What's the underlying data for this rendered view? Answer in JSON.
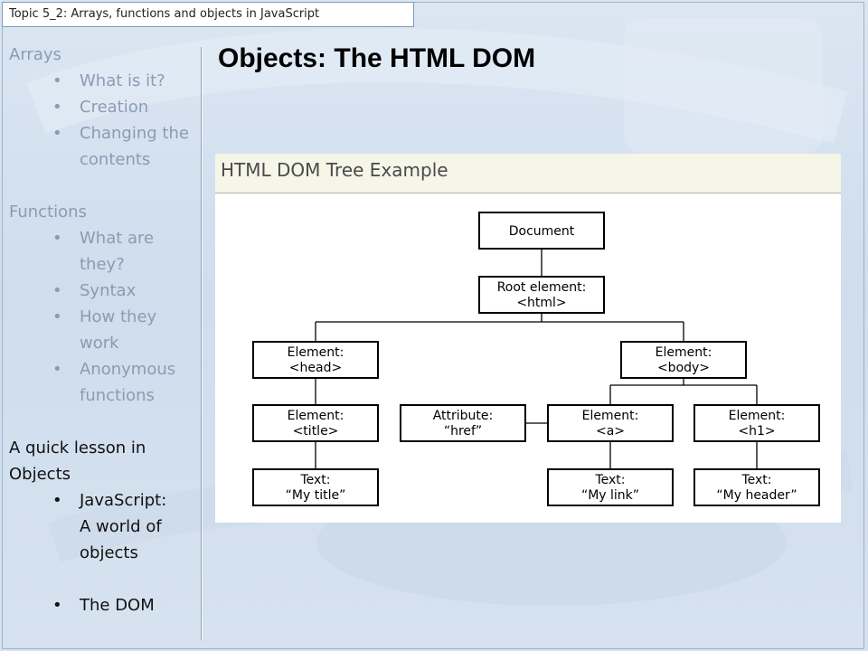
{
  "topic_bar": "Topic 5_2: Arrays, functions and objects in JavaScript",
  "sidebar": {
    "sections": [
      {
        "title": [
          "Arrays"
        ],
        "current": false,
        "items": [
          [
            "What is it?"
          ],
          [
            "Creation"
          ],
          [
            "Changing the",
            "contents"
          ]
        ]
      },
      {
        "title": [
          "Functions"
        ],
        "current": false,
        "items": [
          [
            "What are",
            "they?"
          ],
          [
            "Syntax"
          ],
          [
            "How they",
            "work"
          ],
          [
            "Anonymous",
            "functions"
          ]
        ]
      },
      {
        "title": [
          "A quick lesson in",
          "Objects"
        ],
        "current": true,
        "items": [
          [
            "JavaScript:",
            "A world of",
            "objects"
          ],
          [],
          [
            "The DOM"
          ]
        ]
      }
    ]
  },
  "page_title": "Objects: The HTML DOM",
  "figure": {
    "title": "HTML DOM Tree Example",
    "nodes": [
      {
        "id": "document",
        "lines": [
          "Document"
        ]
      },
      {
        "id": "root",
        "lines": [
          "Root element:",
          "<html>"
        ]
      },
      {
        "id": "head",
        "lines": [
          "Element:",
          "<head>"
        ]
      },
      {
        "id": "body",
        "lines": [
          "Element:",
          "<body>"
        ]
      },
      {
        "id": "title",
        "lines": [
          "Element:",
          "<title>"
        ]
      },
      {
        "id": "attr-href",
        "lines": [
          "Attribute:",
          "“href”"
        ]
      },
      {
        "id": "a",
        "lines": [
          "Element:",
          "<a>"
        ]
      },
      {
        "id": "h1",
        "lines": [
          "Element:",
          "<h1>"
        ]
      },
      {
        "id": "text-title",
        "lines": [
          "Text:",
          "“My title”"
        ]
      },
      {
        "id": "text-link",
        "lines": [
          "Text:",
          "“My link”"
        ]
      },
      {
        "id": "text-header",
        "lines": [
          "Text:",
          "“My header”"
        ]
      }
    ]
  }
}
